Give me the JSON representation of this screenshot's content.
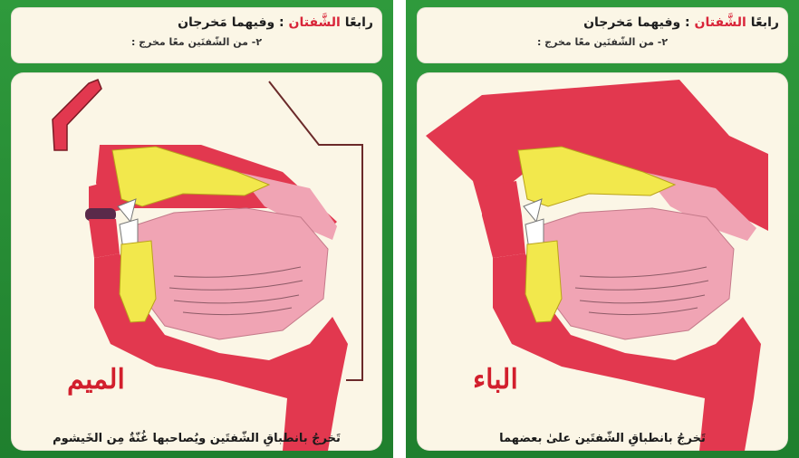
{
  "cards": [
    {
      "header_title_prefix": "رابعًا",
      "header_title_red": "الشَّفتان",
      "header_title_suffix": ": وفيهما مَخرجان",
      "header_subtitle": "٢- من الشّفتَين معًا مخرج :",
      "letter": "الميم",
      "caption": "تَخرجُ بانطباقِ الشّفتَين ويُصاحبها غُنّةٌ مِن الخَيشوم"
    },
    {
      "header_title_prefix": "رابعًا",
      "header_title_red": "الشَّفتان",
      "header_title_suffix": ": وفيهما مَخرجان",
      "header_subtitle": "٢- من الشّفتَين معًا مخرج :",
      "letter": "الباء",
      "caption": "تَخرجُ بانطباقِ الشّفتَين علىٰ بعضهما"
    }
  ],
  "colors": {
    "frame_green": "#2f9a3c",
    "panel_cream": "#fbf6e6",
    "flesh_red": "#e2384f",
    "tongue_pink": "#f0a4b4",
    "bone_yellow": "#f2e84c",
    "letter_red": "#d21f2d",
    "lip_contact": "#5a2a4a"
  },
  "icons": {
    "left_diagram": "mouth-sagittal-nasal-open",
    "right_diagram": "mouth-sagittal-nasal-closed"
  }
}
